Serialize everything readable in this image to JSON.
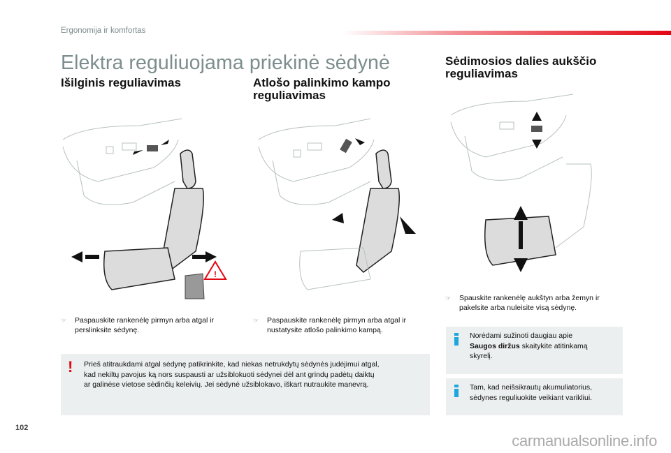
{
  "header": {
    "section_label": "Ergonomija ir komfortas",
    "accent_color": "#e30613"
  },
  "page_title": "Elektra reguliuojama priekinė sėdynė",
  "sections": [
    {
      "title_line1": "Išilginis reguliavimas",
      "title_line2": "",
      "illustration": "seat-longitudinal-adjustment-illustration",
      "bullet": {
        "icon": "hand-pointer-icon",
        "line1": "Paspauskite rankenėlę pirmyn arba atgal ir",
        "line2": "perslinksite sėdynę."
      }
    },
    {
      "title_line1": "Atlošo palinkimo kampo",
      "title_line2": "reguliavimas",
      "illustration": "backrest-angle-adjustment-illustration",
      "bullet": {
        "icon": "hand-pointer-icon",
        "line1": "Paspauskite rankenėlę pirmyn arba atgal ir",
        "line2": "nustatysite atlošo palinkimo kampą."
      }
    },
    {
      "title_line1": "Sėdimosios dalies aukščio",
      "title_line2": "reguliavimas",
      "illustration": "seat-height-adjustment-illustration",
      "bullet": {
        "icon": "hand-pointer-icon",
        "line1": "Spauskite rankenėlę aukštyn arba žemyn ir",
        "line2": "pakelsite arba nuleisite visą sėdynę."
      }
    }
  ],
  "warning_box": {
    "icon": "exclamation-icon",
    "line1": "Prieš atitraukdami atgal sėdynę patikrinkite, kad niekas netrukdytų sėdynės judėjimui atgal,",
    "line2": "kad nekiltų pavojus ką nors suspausti ar užsiblokuoti sėdynei dėl ant grindų padėtų daiktų",
    "line3": "ar galinėse vietose sėdinčių keleivių. Jei sėdynė užsiblokavo, iškart nutraukite manevrą."
  },
  "info_boxes": [
    {
      "icon": "info-icon",
      "line1": "Norėdami sužinoti daugiau apie",
      "line2_bold": "Saugos diržus",
      "line2_rest": " skaitykite atitinkamą",
      "line3": "skyrelį."
    },
    {
      "icon": "info-icon",
      "line1": "Tam, kad neišsikrautų akumuliatorius,",
      "line2": "sėdynes reguliuokite veikiant varikliui."
    }
  ],
  "footer": {
    "page_number": "102",
    "watermark": "carmanualsonline.info"
  }
}
